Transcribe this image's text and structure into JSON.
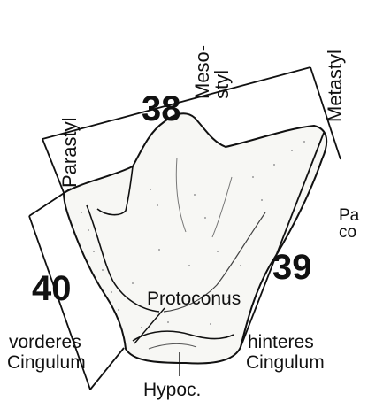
{
  "labels": {
    "measure_38": "38",
    "measure_39": "39",
    "measure_40": "40",
    "parastyl": "Parastyl",
    "mesostyl_line1": "Meso-",
    "mesostyl_line2": "styl",
    "metastyl": "Metastyl",
    "protoconus": "Protoconus",
    "vorderes": "vorderes",
    "vorderes_cingulum": "Cingulum",
    "hinteres": "hinteres",
    "hinteres_cingulum": "Cingulum",
    "hypoc": "Hypoc.",
    "paraconus_partial_1": "Pa",
    "paraconus_partial_2": "co"
  },
  "colors": {
    "ink": "#111111",
    "tooth_fill": "#f7f7f4",
    "stipple": "#9a9a9a",
    "background": "#ffffff"
  }
}
